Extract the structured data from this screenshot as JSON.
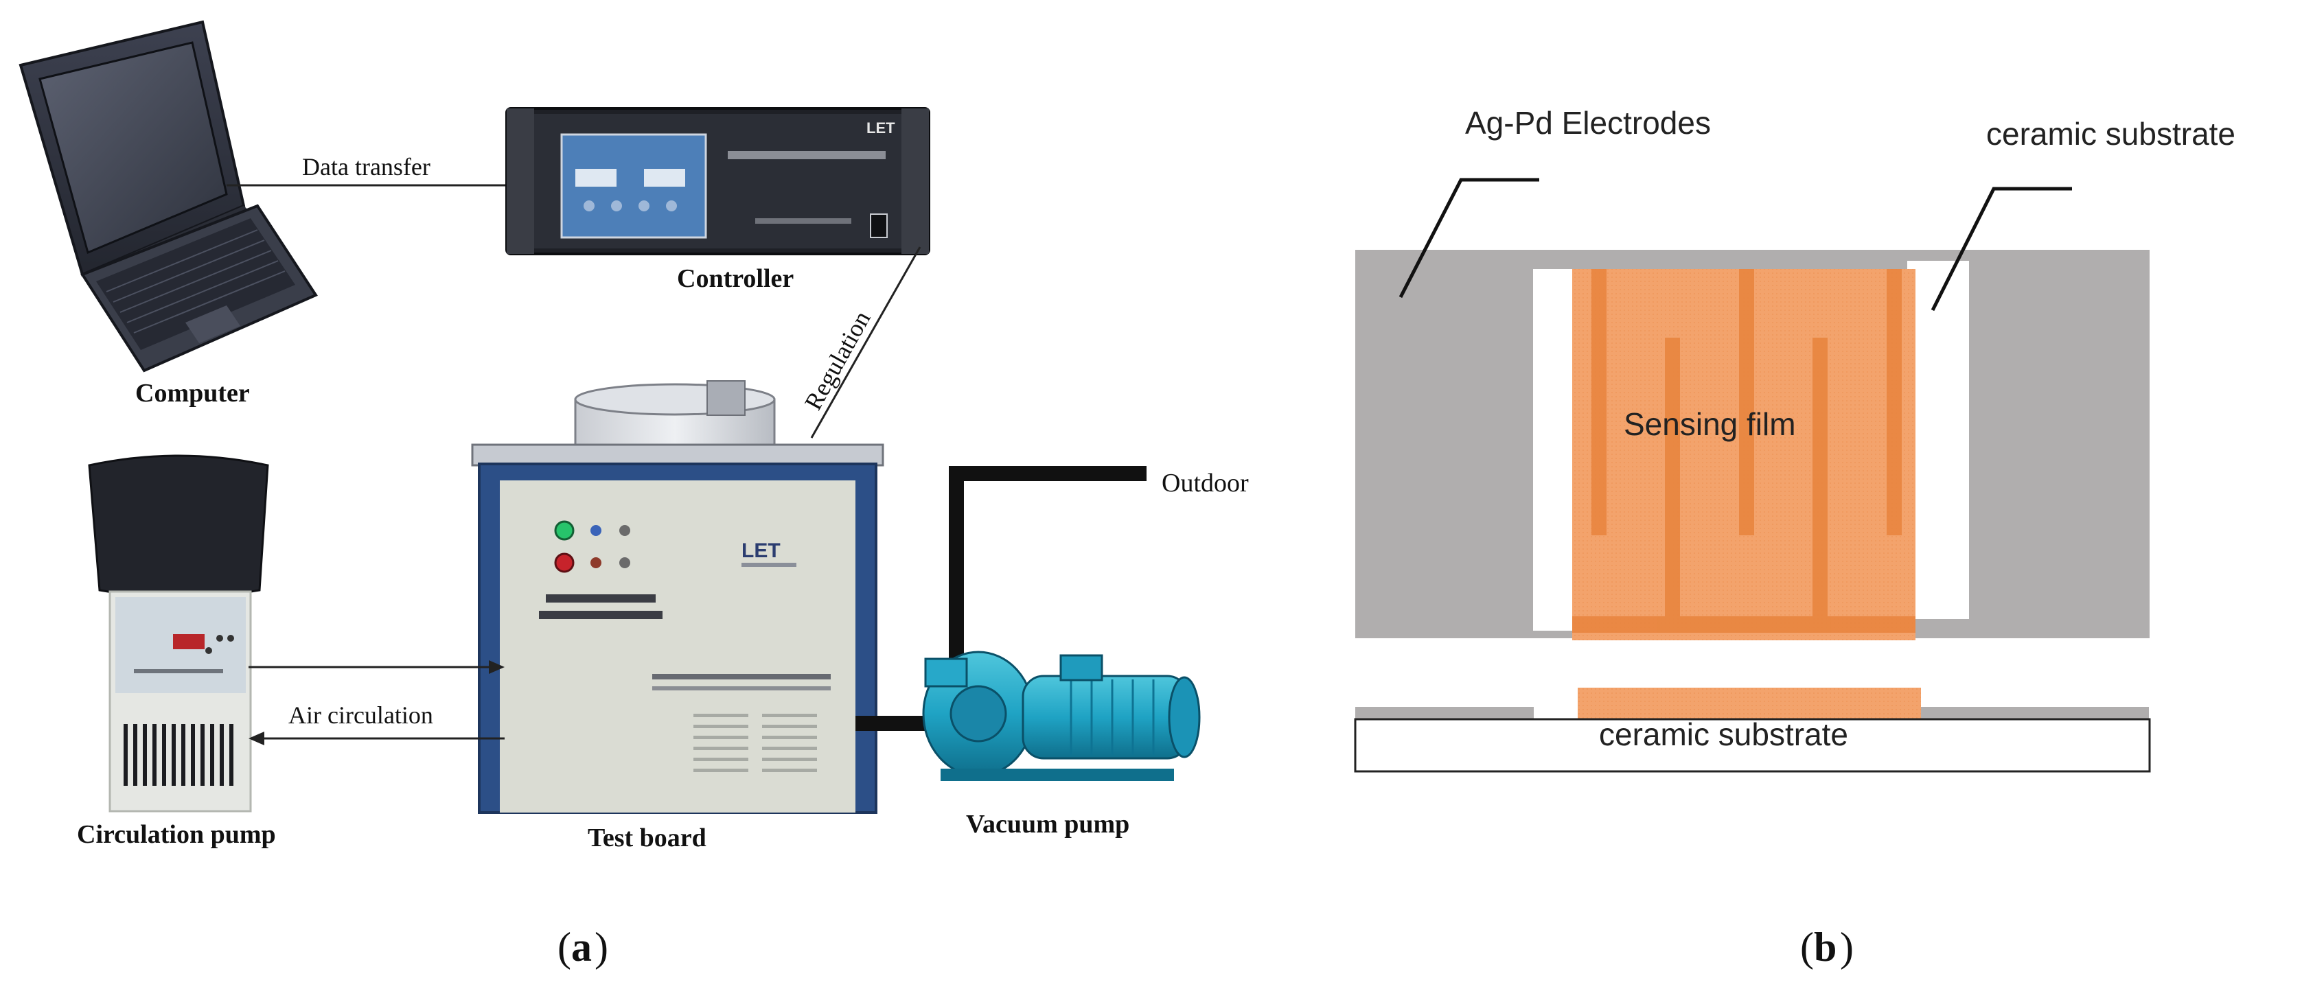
{
  "panel_a": {
    "caption_letter": "a",
    "labels": {
      "data_transfer": "Data transfer",
      "controller": "Controller",
      "computer": "Computer",
      "regulation": "Regulation",
      "outdoor": "Outdoor",
      "air_circulation": "Air circulation",
      "circulation_pump": "Circulation pump",
      "test_board": "Test board",
      "vacuum_pump": "Vacuum pump"
    },
    "device_markings": {
      "controller_logo": "LET",
      "test_board_logo": "LET"
    },
    "icons": [
      "laptop-icon",
      "controller-unit-icon",
      "test-board-unit-icon",
      "circulation-pump-icon",
      "vacuum-pump-icon"
    ]
  },
  "panel_b": {
    "caption_letter": "b",
    "labels": {
      "electrodes": "Ag-Pd Electrodes",
      "substrate_top": "ceramic substrate",
      "sensing_film": "Sensing film",
      "substrate_bottom": "ceramic substrate"
    },
    "colors": {
      "electrode_gray": "#b0aeae",
      "sensing_film": "#f3a36c",
      "film_stripe": "#e9853f",
      "substrate_outline": "#222222"
    }
  }
}
